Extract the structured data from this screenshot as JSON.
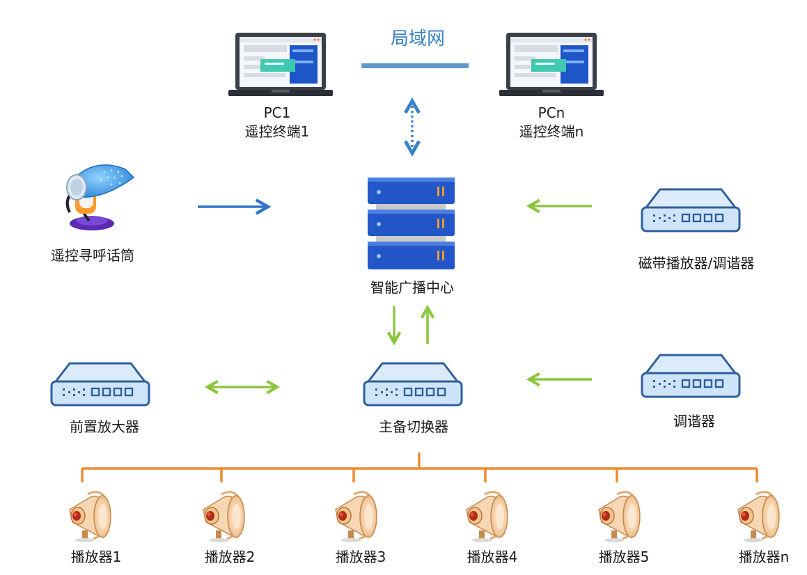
{
  "lan": {
    "label": "局域网"
  },
  "pc1": {
    "name": "PC1",
    "role": "遥控终端1"
  },
  "pcn": {
    "name": "PCn",
    "role": "遥控终端n"
  },
  "microphone": {
    "label": "遥控寻呼话筒"
  },
  "center": {
    "label": "智能广播中心"
  },
  "tape_player": {
    "label": "磁带播放器/调谐器"
  },
  "preamp": {
    "label": "前置放大器"
  },
  "switcher": {
    "label": "主备切换器"
  },
  "tuner": {
    "label": "调谐器"
  },
  "speakers": [
    "播放器1",
    "播放器2",
    "播放器3",
    "播放器4",
    "播放器5",
    "播放器n"
  ],
  "colors": {
    "lan_blue": "#3a82c6",
    "mic_arrow": "#2f74c8",
    "green_arrow": "#8cc63f",
    "bus_orange": "#ef8a2e",
    "device_fill": "#d4e8fb",
    "device_stroke": "#2e5f9b",
    "server_blue": "#2357c9"
  }
}
